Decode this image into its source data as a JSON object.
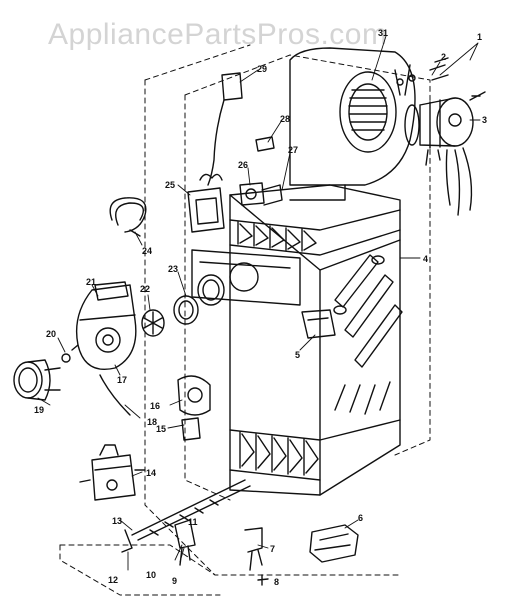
{
  "watermark": "AppliancePartsPros.com",
  "colors": {
    "ink": "#111111",
    "watermark": "#d4d4d4",
    "background": "#ffffff"
  },
  "callouts": {
    "c1": "1",
    "c2": "2",
    "c3": "3",
    "c4": "4",
    "c5": "5",
    "c6": "6",
    "c7": "7",
    "c8": "8",
    "c9": "9",
    "c10": "10",
    "c11": "11",
    "c12": "12",
    "c13": "13",
    "c14": "14",
    "c15": "15",
    "c16": "16",
    "c17": "17",
    "c18": "18",
    "c19": "19",
    "c20": "20",
    "c21": "21",
    "c22": "22",
    "c23": "23",
    "c24": "24",
    "c25": "25",
    "c26": "26",
    "c27": "27",
    "c28": "28",
    "c29": "29",
    "c31": "31"
  }
}
